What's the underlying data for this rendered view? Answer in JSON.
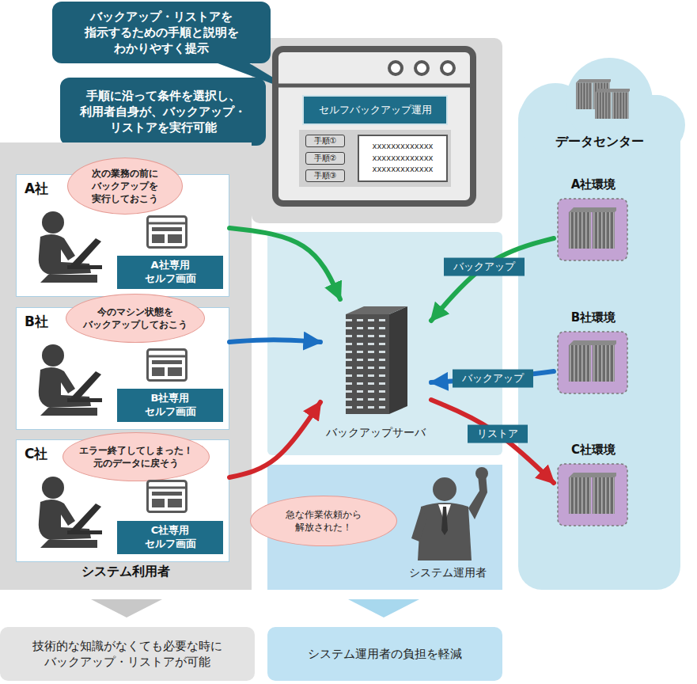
{
  "diagram": {
    "nodes": [
      {
        "text": [
          "バックアップ・リストアを 指示するための手順と説明を わかりやすく提示"
        ]
      },
      {
        "text": [
          "手順に沿って条件を選択し、 利用者自身が、バックアップ・ リストアを実行可能"
        ]
      },
      {
        "text": [
          "セルフバックアップ運用"
        ]
      },
      {
        "text": [
          "手順①"
        ]
      },
      {
        "text": [
          "手順②"
        ]
      },
      {
        "text": [
          "手順③"
        ]
      },
      {
        "text": [
          "xxxxxxxxxxxxx",
          "xxxxxxxxxxxxx",
          "xxxxxxxxxxxxx"
        ]
      },
      {
        "text": [
          "システム利用者"
        ]
      },
      {
        "text": [
          "A社"
        ],
        "in": 7
      },
      {
        "text": [
          "次の業務の前に バックアップを 実行しておこう"
        ],
        "in": 8
      },
      {
        "text": [
          "A社専用 セルフ画面"
        ],
        "in": 8
      },
      {
        "text": [
          "B社"
        ],
        "in": 7
      },
      {
        "text": [
          "今のマシン状態を バックアップしておこう"
        ],
        "in": 11
      },
      {
        "text": [
          "B社専用 セルフ画面"
        ],
        "in": 11
      },
      {
        "text": [
          "C社"
        ],
        "in": 7
      },
      {
        "text": [
          "エラー終了してしまった！ 元のデータに戻そう"
        ],
        "in": 14
      },
      {
        "text": [
          "C社専用 セルフ画面"
        ],
        "in": 14
      },
      {
        "text": [
          "バックアップサーバ"
        ]
      },
      {
        "text": [
          "システム運用者"
        ]
      },
      {
        "text": [
          "急な作業依頼から 解放された！"
        ],
        "in": 18
      },
      {
        "text": [
          "データセンター"
        ]
      },
      {
        "text": [
          "A社環境"
        ],
        "in": 20
      },
      {
        "text": [
          "B社環境"
        ],
        "in": 20
      },
      {
        "text": [
          "C社環境"
        ],
        "in": 20
      },
      {
        "text": [
          "技術的な知識がなくても必要な時に バックアップ・リストアが可能"
        ]
      },
      {
        "text": [
          "システム運用者の負担を軽減"
        ]
      }
    ],
    "edges": [
      {
        "from": 8,
        "to": 17,
        "arrow": "to"
      },
      {
        "from": 11,
        "to": 17,
        "arrow": "to"
      },
      {
        "from": 14,
        "to": 17,
        "arrow": "to"
      },
      {
        "from": 21,
        "to": 17,
        "label": "バックアップ",
        "arrow": "to"
      },
      {
        "from": 22,
        "to": 17,
        "label": "バックアップ",
        "arrow": "to"
      },
      {
        "from": 17,
        "to": 23,
        "label": "リストア",
        "arrow": "to"
      }
    ]
  }
}
